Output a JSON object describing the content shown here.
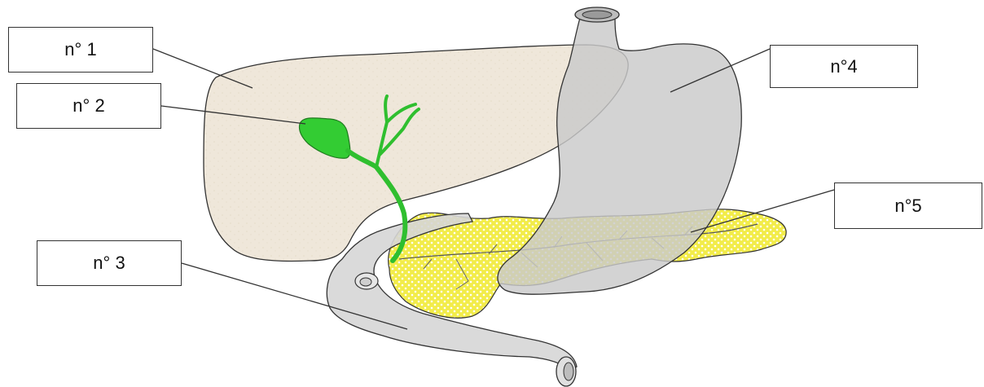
{
  "labels": {
    "n1": "n° 1",
    "n2": "n° 2",
    "n3": "n° 3",
    "n4": "n°4",
    "n5": "n°5"
  },
  "colors": {
    "liver_fill": "#eee6d8",
    "gallbladder_fill": "#33cc33",
    "bile_duct": "#2fbf2f",
    "stomach_fill": "#c9c9c9",
    "duodenum_fill": "#d6d6d6",
    "pancreas_fill": "#f2ec4a",
    "outline": "#333333"
  },
  "structures": [
    "liver",
    "gallbladder",
    "bile-duct",
    "stomach",
    "duodenum",
    "pancreas",
    "esophagus"
  ]
}
